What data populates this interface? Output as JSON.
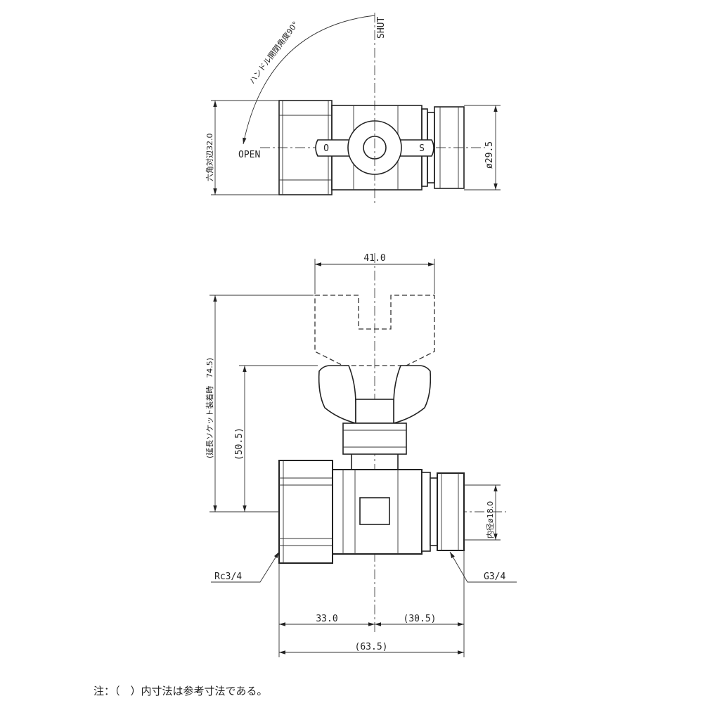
{
  "labels": {
    "shut": "SHUT",
    "open": "OPEN",
    "handle_angle": "ハンドル開閉角度90°",
    "hex_width": "六角対辺32.0",
    "outer_dia": "ø29.5",
    "handle_width": "41.0",
    "socket_height": "(延長ソケット装着時　74.5)",
    "height": "(50.5)",
    "inner_dia": "内径ø18.0",
    "rc_thread": "Rc3/4",
    "g_thread": "G3/4",
    "left_len": "33.0",
    "right_len": "(30.5)",
    "total_len": "(63.5)",
    "handle_o": "O",
    "handle_s": "S"
  },
  "note": "注：（　）内寸法は参考寸法である。"
}
